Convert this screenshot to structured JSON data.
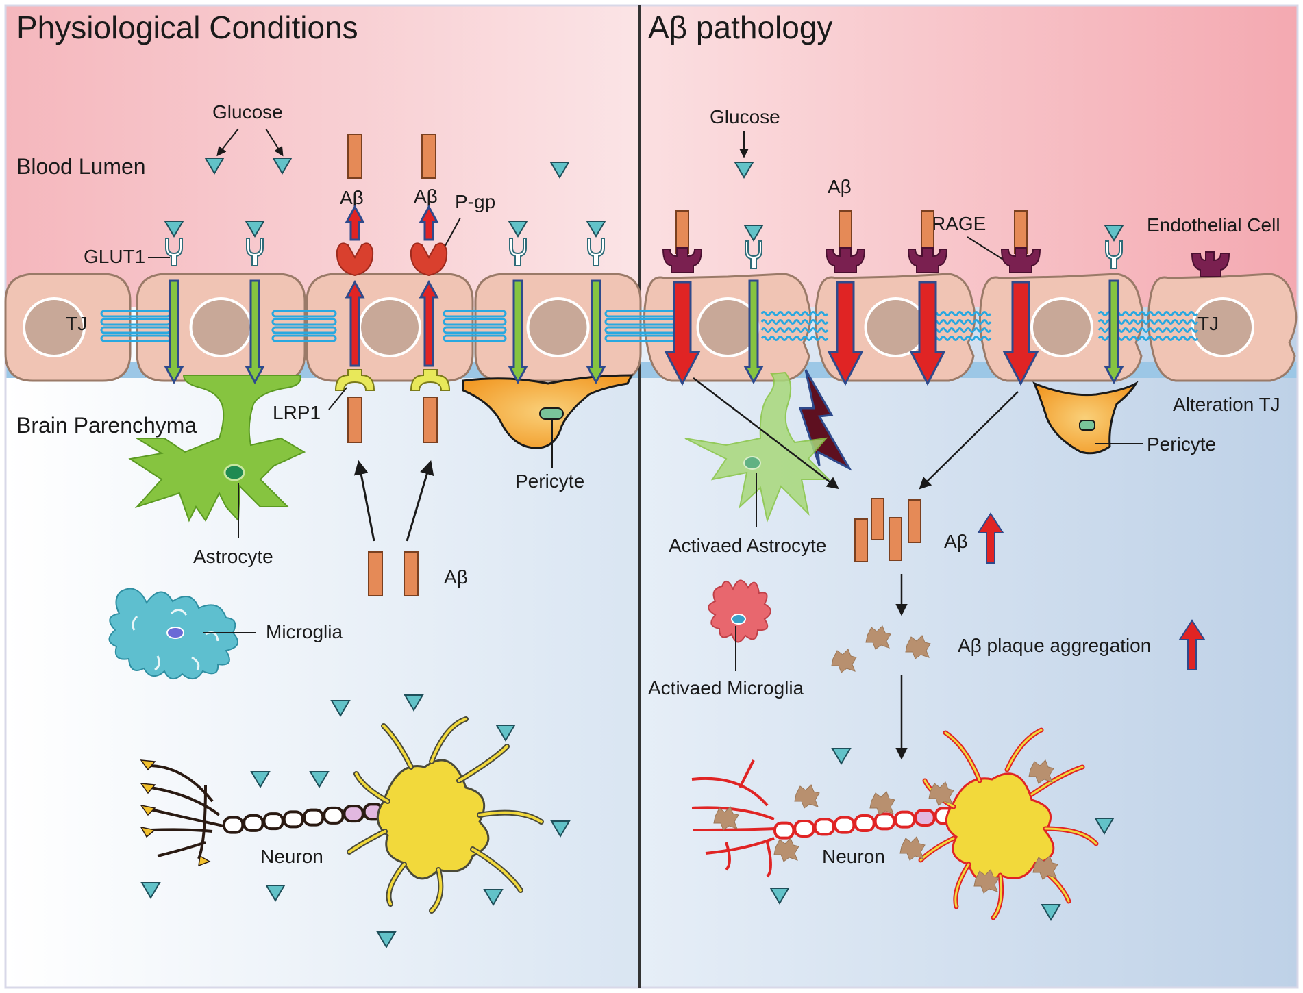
{
  "left_panel": {
    "title": "Physiological Conditions",
    "labels": {
      "blood_lumen": "Blood Lumen",
      "brain_parenchyma": "Brain Parenchyma",
      "glucose": "Glucose",
      "glut1": "GLUT1",
      "tj": "TJ",
      "abeta_1": "Aβ",
      "abeta_2": "Aβ",
      "pgp": "P-gp",
      "lrp1": "LRP1",
      "astrocyte": "Astrocyte",
      "pericyte": "Pericyte",
      "abeta_parenchyma": "Aβ",
      "microglia": "Microglia",
      "neuron": "Neuron"
    }
  },
  "right_panel": {
    "title": "Aβ pathology",
    "labels": {
      "glucose": "Glucose",
      "abeta": "Aβ",
      "rage": "RAGE",
      "endothelial_cell": "Endothelial Cell",
      "tj": "TJ",
      "alteration_tj": "Alteration TJ",
      "pericyte": "Pericyte",
      "activated_astrocyte": "Activaed Astrocyte",
      "abeta_increase": "Aβ",
      "activated_microglia": "Activaed Microglia",
      "plaque_aggregation": "Aβ plaque aggregation",
      "neuron": "Neuron"
    }
  },
  "colors": {
    "lumen_pink": "#f7c3c8",
    "parenchyma_blue": "#c5d7ea",
    "endothelial": "#f0c4b4",
    "nucleus": "#c8a898",
    "tight_junction": "#29a8e0",
    "glucose_teal": "#62c2c8",
    "abeta_orange": "#e58a57",
    "pgp_red": "#d9402e",
    "lrp1_yellow": "#e8e85a",
    "rage_purple": "#7a2050",
    "astrocyte_green": "#86c440",
    "pericyte_orange": "#f4a52a",
    "microglia_cyan": "#5ebfcf",
    "activated_microglia_red": "#e8676e",
    "neuron_yellow": "#f2d93b",
    "damaged_neuron_red": "#e02424",
    "plaque_brown": "#b8906f",
    "flux_red": "#e02424",
    "flux_blue_outline": "#2e4a8c"
  }
}
